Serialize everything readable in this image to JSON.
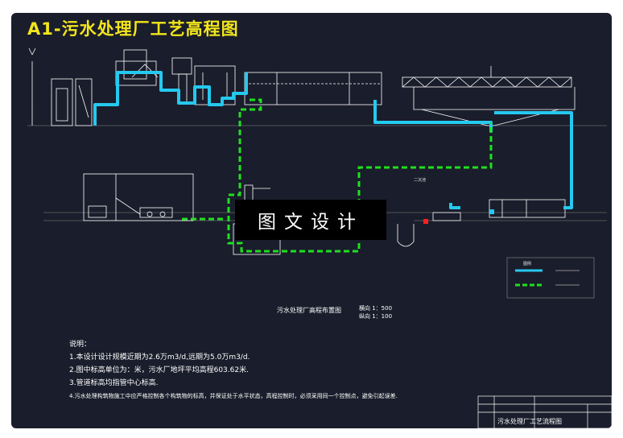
{
  "title": "A1-污水处理厂工艺高程图",
  "watermark": "图文设计",
  "drawing_title": "污水处理厂高程布置图",
  "scales": [
    "横向 1：500",
    "纵向 1：100"
  ],
  "notes": {
    "heading": "说明：",
    "items": [
      "1.本设计设计规模近期为2.6万m3/d,远期为5.0万m3/d.",
      "2.图中标高单位为：米，污水厂地坪平均高程603.62米.",
      "3.管道标高均指管中心标高.",
      "4.污水处理构筑物施工中应严格控制各个构筑物的标高，并保证处于水平状态，高程控制时，必须采用同一个控制点，避免引起误差."
    ]
  },
  "title_block": {
    "drawing_name": "污水处理厂工艺流程图"
  },
  "legend": {
    "title": "图例"
  },
  "colors": {
    "background": "#1a1d2b",
    "water_line": "#25c9ef",
    "sludge_line": "#1ee01e",
    "title_yellow": "#f2e61b",
    "structure": "#ffffff"
  }
}
